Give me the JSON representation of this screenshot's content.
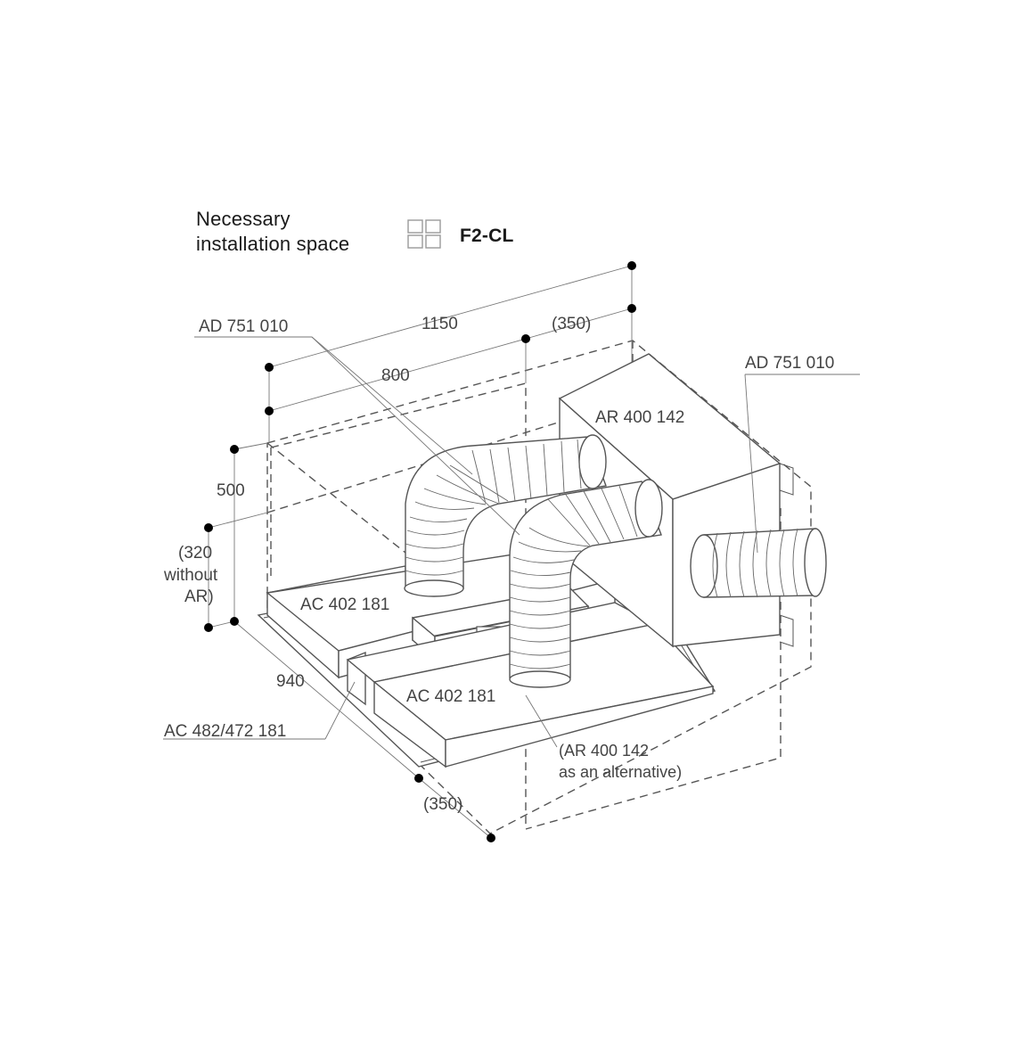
{
  "title": {
    "line1": "Necessary",
    "line2": "installation space",
    "model": "F2-CL"
  },
  "icons": {
    "cooktop": "four-zone-cooktop-icon"
  },
  "labels": {
    "ad_top": "AD 751 010",
    "ad_right": "AD 751 010",
    "ar_box": "AR 400 142",
    "ac_back": "AC 402 181",
    "ac_front": "AC 402 181",
    "ac_duct": "AC 482/472 181",
    "ar_alt_line1": "(AR 400 142",
    "ar_alt_line2": "as an alternative)"
  },
  "dimensions": {
    "width_total": "1150",
    "width_inner": "800",
    "width_extra": "(350)",
    "height": "500",
    "height_alt_line1": "(320",
    "height_alt_line2": "without",
    "height_alt_line3": "AR)",
    "depth": "940",
    "depth_extra": "(350)"
  }
}
